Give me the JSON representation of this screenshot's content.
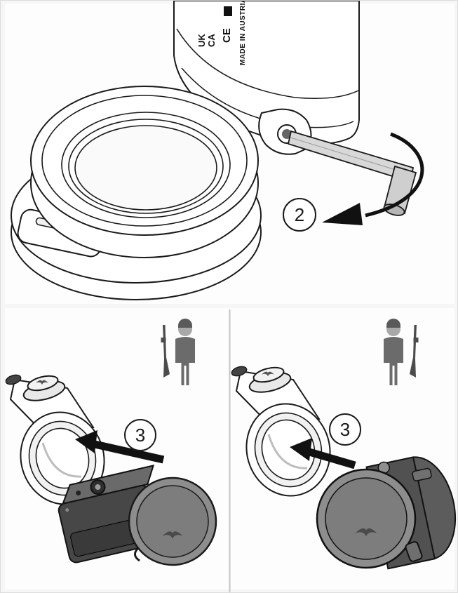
{
  "page": {
    "background_color": "#f6f6f6",
    "line_color": "#1a1a1a",
    "divider_color": "#c4c4c4"
  },
  "top_panel": {
    "step_badge": "2",
    "markings": {
      "ukca_line1": "UK",
      "ukca_line2": "CA",
      "ce": "CE",
      "made_in": "MADE IN AUSTRIA"
    }
  },
  "bottom_left_panel": {
    "step_badge": "3"
  },
  "bottom_right_panel": {
    "step_badge": "3"
  },
  "icons": {
    "hex_key": "allen-hex-key-icon",
    "rotation_arrow": "rotation-arrow-icon",
    "attach_arrow": "attach-direction-arrow-icon",
    "person": "hunter-silhouette-icon",
    "rifle": "rifle-icon",
    "brand_logo": "bird-logo-icon"
  }
}
